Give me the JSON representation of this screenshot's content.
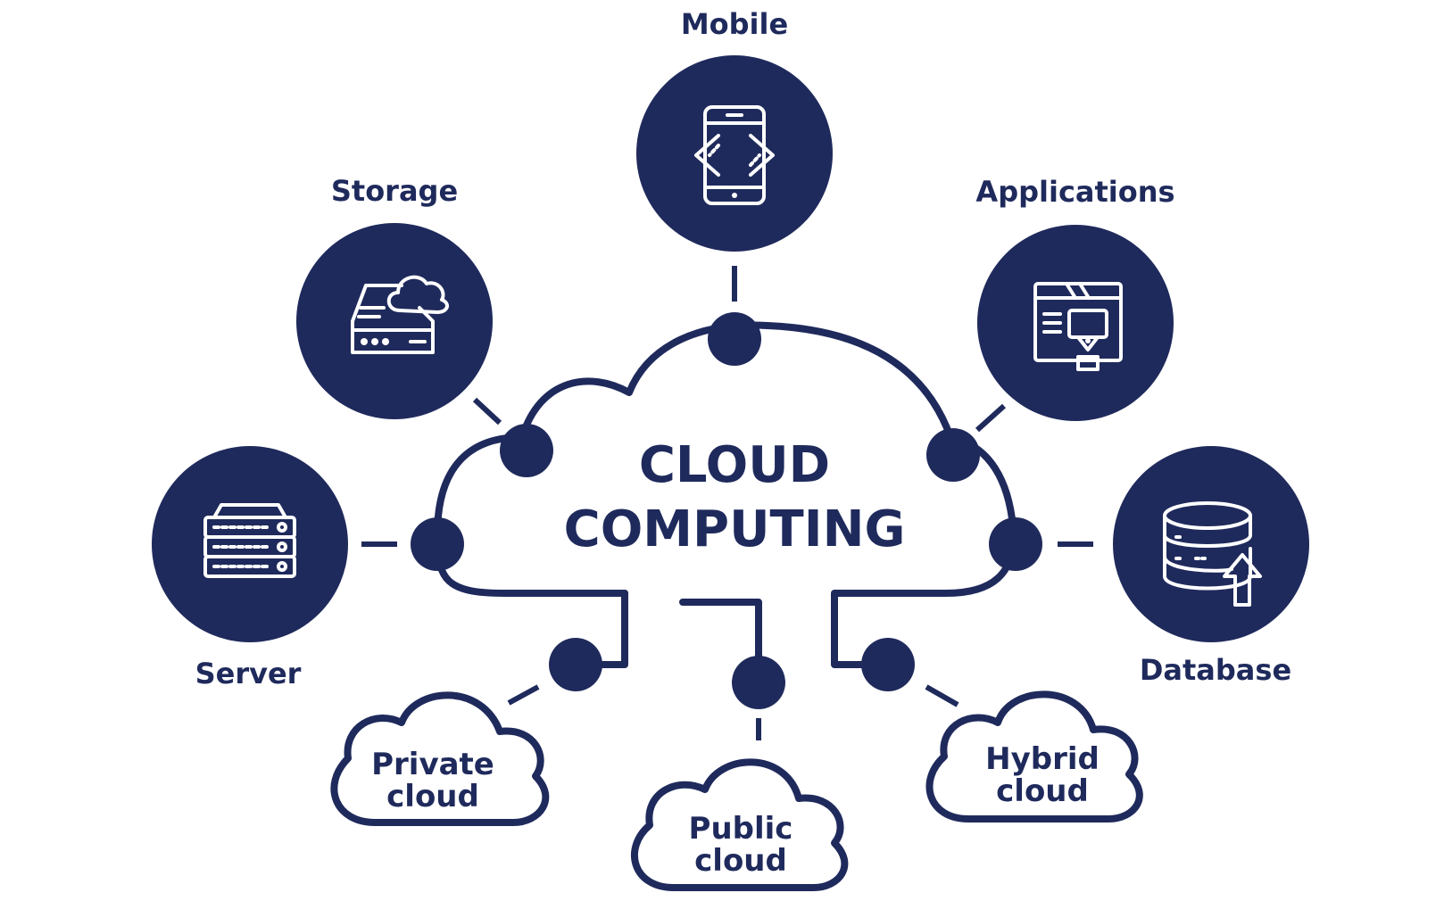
{
  "center": {
    "line1": "CLOUD",
    "line2": "COMPUTING"
  },
  "colors": {
    "primary": "#1f2a5c",
    "background": "#ffffff"
  },
  "nodes": {
    "mobile": {
      "label": "Mobile",
      "icon": "mobile-code-icon"
    },
    "storage": {
      "label": "Storage",
      "icon": "cloud-storage-icon"
    },
    "applications": {
      "label": "Applications",
      "icon": "app-design-icon"
    },
    "server": {
      "label": "Server",
      "icon": "server-rack-icon"
    },
    "database": {
      "label": "Database",
      "icon": "database-upload-icon"
    }
  },
  "cloud_types": {
    "private": {
      "line1": "Private",
      "line2": "cloud"
    },
    "public": {
      "line1": "Public",
      "line2": "cloud"
    },
    "hybrid": {
      "line1": "Hybrid",
      "line2": "cloud"
    }
  }
}
